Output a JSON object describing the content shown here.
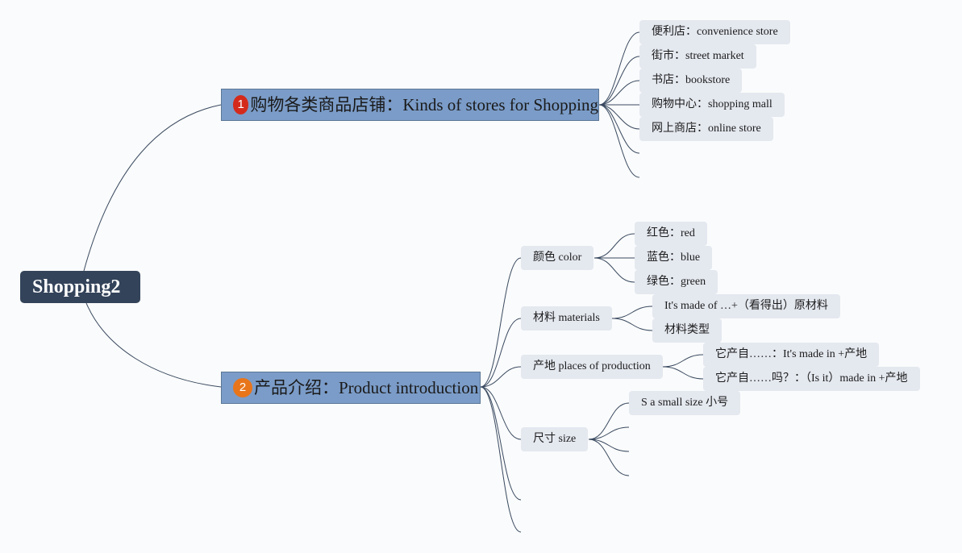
{
  "root": {
    "label": "Shopping2"
  },
  "branches": [
    {
      "badge": "1",
      "badge_color": "#d42a1c",
      "label": "购物各类商品店铺：Kinds of stores for Shopping",
      "children": [
        "便利店：convenience store",
        "街市：street market",
        "书店：bookstore",
        "购物中心：shopping mall",
        "网上商店：online store"
      ]
    },
    {
      "badge": "2",
      "badge_color": "#e8751a",
      "label": "产品介绍：Product introduction",
      "children": [
        {
          "label": "颜色 color",
          "children": [
            "红色：red",
            "蓝色：blue",
            "绿色：green"
          ]
        },
        {
          "label": "材料 materials",
          "children": [
            "It's made of …+（看得出）原材料",
            "材料类型"
          ]
        },
        {
          "label": "产地 places of production",
          "children": [
            "它产自……：It's made in +产地",
            "它产自……吗？：（Is it）made in +产地"
          ]
        },
        {
          "label": "尺寸 size",
          "children": [
            "S a small size 小号"
          ]
        }
      ]
    }
  ]
}
